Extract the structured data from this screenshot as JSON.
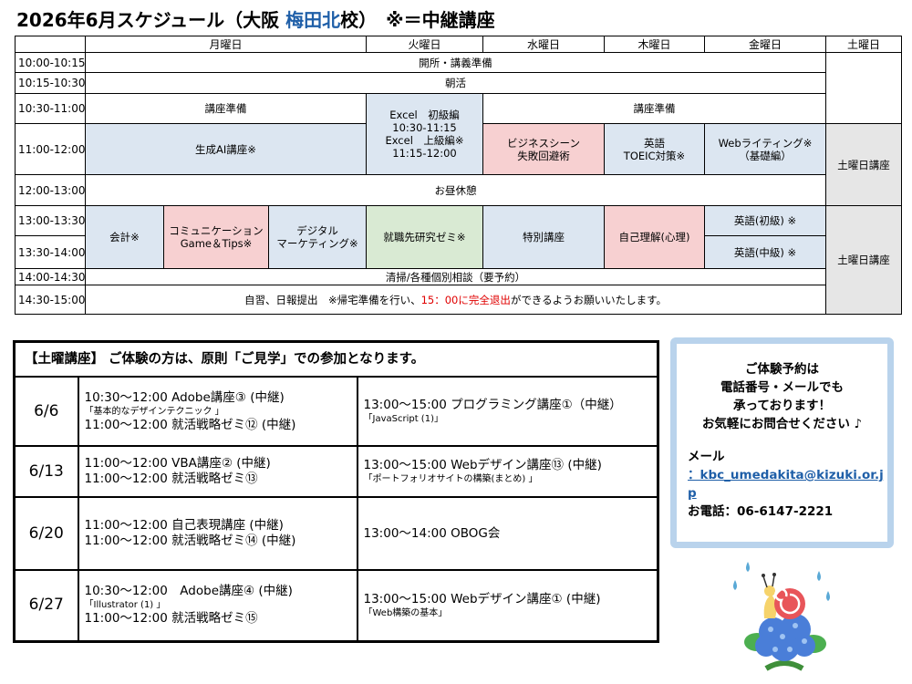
{
  "title": {
    "part1": "2026年6月スケジュール（大阪 ",
    "place": "梅田北",
    "part2": "校）　※＝中継講座"
  },
  "days": [
    "月曜日",
    "火曜日",
    "水曜日",
    "木曜日",
    "金曜日",
    "土曜日"
  ],
  "times": [
    "10:00-10:15",
    "10:15-10:30",
    "10:30-11:00",
    "11:00-12:00",
    "12:00-13:00",
    "13:00-13:30",
    "13:30-14:00",
    "14:00-14:30",
    "14:30-15:00"
  ],
  "rows": {
    "open": "開所・講義準備",
    "morning": "朝活",
    "prep_mon": "講座準備",
    "tue_excel": [
      "Excel　初級編",
      "10:30-11:15",
      "Excel　上級編※",
      "11:15-12:00"
    ],
    "prep_wed_fri": "講座準備",
    "sat_course": "土曜日講座",
    "ai": "生成AI講座※",
    "business": [
      "ビジネスシーン",
      "失敗回避術"
    ],
    "toeic": [
      "英語",
      "TOEIC対策※"
    ],
    "web": [
      "Webライティング※",
      "（基礎編）"
    ],
    "lunch": "お昼休憩",
    "accounting": "会計※",
    "communication": [
      "コミュニケーション",
      "Game＆Tips※"
    ],
    "digital": [
      "デジタル",
      "マーケティング※"
    ],
    "job_research": "就職先研究ゼミ※",
    "special": "特別講座",
    "self": "自己理解(心理)",
    "eng_beg": "英語(初級) ※",
    "eng_mid": "英語(中級) ※",
    "cleaning": "清掃/各種個別相談（要予約）",
    "study_a": "自習、日報提出　※帰宅準備を行い、",
    "study_red": "15：00に完全退出",
    "study_b": "ができるようお願いいたします。"
  },
  "saturday": {
    "header": "【土曜講座】 ご体験の方は、原則「ご見学」での参加となります。",
    "items": [
      {
        "date": "6/6",
        "left": [
          "10:30～12:00 Adobe講座③ (中継)",
          "「基本的なデザインテクニック 」",
          "11:00～12:00 就活戦略ゼミ⑫ (中継)"
        ],
        "right": [
          "13:00～15:00 プログラミング講座①（中継）",
          "「JavaScript (1)」"
        ]
      },
      {
        "date": "6/13",
        "left": [
          "11:00～12:00 VBA講座② (中継)",
          "11:00～12:00 就活戦略ゼミ⑬"
        ],
        "right": [
          "13:00～15:00 Webデザイン講座⑬ (中継)",
          "「ポートフォリオサイトの構築(まとめ) 」"
        ]
      },
      {
        "date": "6/20",
        "left": [
          "11:00～12:00 自己表現講座 (中継)",
          "11:00～12:00 就活戦略ゼミ⑭ (中継)"
        ],
        "right": [
          "13:00～14:00 OBOG会"
        ]
      },
      {
        "date": "6/27",
        "left": [
          "10:30～12:00　Adobe講座④ (中継)",
          "「Illustrator (1) 」",
          "11:00～12:00 就活戦略ゼミ⑮"
        ],
        "right": [
          "13:00～15:00 Webデザイン講座① (中継)",
          "「Web構築の基本」"
        ]
      }
    ]
  },
  "info": {
    "lines": [
      "ご体験予約は",
      "電話番号・メールでも",
      "承っております！",
      "お気軽にお問合せください ♪"
    ],
    "mail_label": "メール",
    "mail_address": "：kbc_umedakita@kizuki.or.jp",
    "phone": "お電話：06-6147-2221"
  }
}
